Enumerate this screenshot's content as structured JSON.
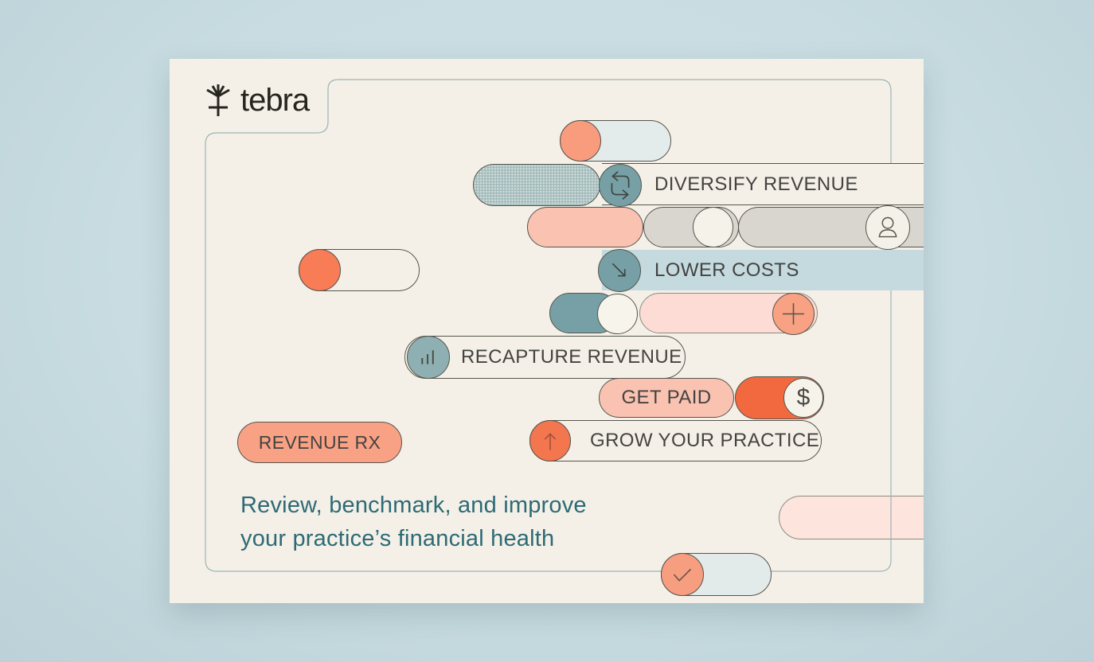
{
  "brand": {
    "name": "tebra"
  },
  "card": {
    "pills": {
      "diversify_revenue": {
        "label": "DIVERSIFY REVENUE",
        "icon": "sync-icon"
      },
      "lower_costs": {
        "label": "LOWER COSTS",
        "icon": "arrow-down-right-icon"
      },
      "recapture_revenue": {
        "label": "RECAPTURE REVENUE",
        "icon": "bar-chart-icon"
      },
      "get_paid": {
        "label": "GET PAID"
      },
      "dollar_badge": {
        "symbol": "$"
      },
      "grow_your_practice": {
        "label": "GROW YOUR PRACTICE",
        "icon": "arrow-up-icon"
      },
      "revenue_rx": {
        "label": "REVENUE RX"
      }
    },
    "tagline": {
      "line1": "Review, benchmark, and improve",
      "line2": "your practice’s financial health"
    },
    "decorative_icons": [
      "sync-icon",
      "arrow-down-right-icon",
      "bar-chart-icon",
      "plus-icon",
      "person-icon",
      "arrow-up-icon",
      "check-icon",
      "dollar-symbol",
      "tebra-logo-icon"
    ],
    "colors": {
      "background": "#c8dce1",
      "card": "#f4f0e7",
      "outline": "#55554d",
      "inner_border": "#9fb3b6",
      "salmon": "#f99c7d",
      "coral": "#f87c55",
      "orange": "#f3693f",
      "pink": "#f9c2b1",
      "pink_light": "#fcdcd4",
      "pink_pale": "#fde4dc",
      "teal": "#76a0a5",
      "teal_light": "#8fb0b2",
      "teal_dotted": "#a3bcbe",
      "blue_bar": "#c4dade",
      "blue_light": "#e4ebeb",
      "gray_warm": "#d9d6cf",
      "cream_white": "#f6f3eb",
      "tagline_text": "#2d6a75",
      "label_text": "#434340"
    }
  }
}
